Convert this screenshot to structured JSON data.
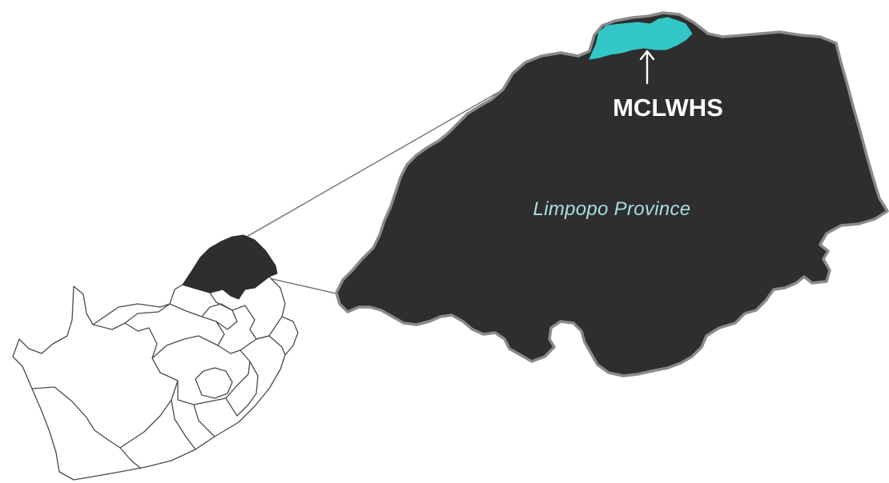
{
  "map": {
    "province_label": "Limpopo Province",
    "site_label": "MCLWHS",
    "highlighted_region": "Limpopo",
    "colors": {
      "background": "#ffffff",
      "province_fill": "#2e2e2e",
      "province_outline": "#8a8a8a",
      "site_fill": "#33c7c7",
      "country_outline": "#4a4a4a",
      "connector_line": "#6a6a6a",
      "province_label": "#a9dfe0",
      "site_label": "#ffffff"
    }
  }
}
